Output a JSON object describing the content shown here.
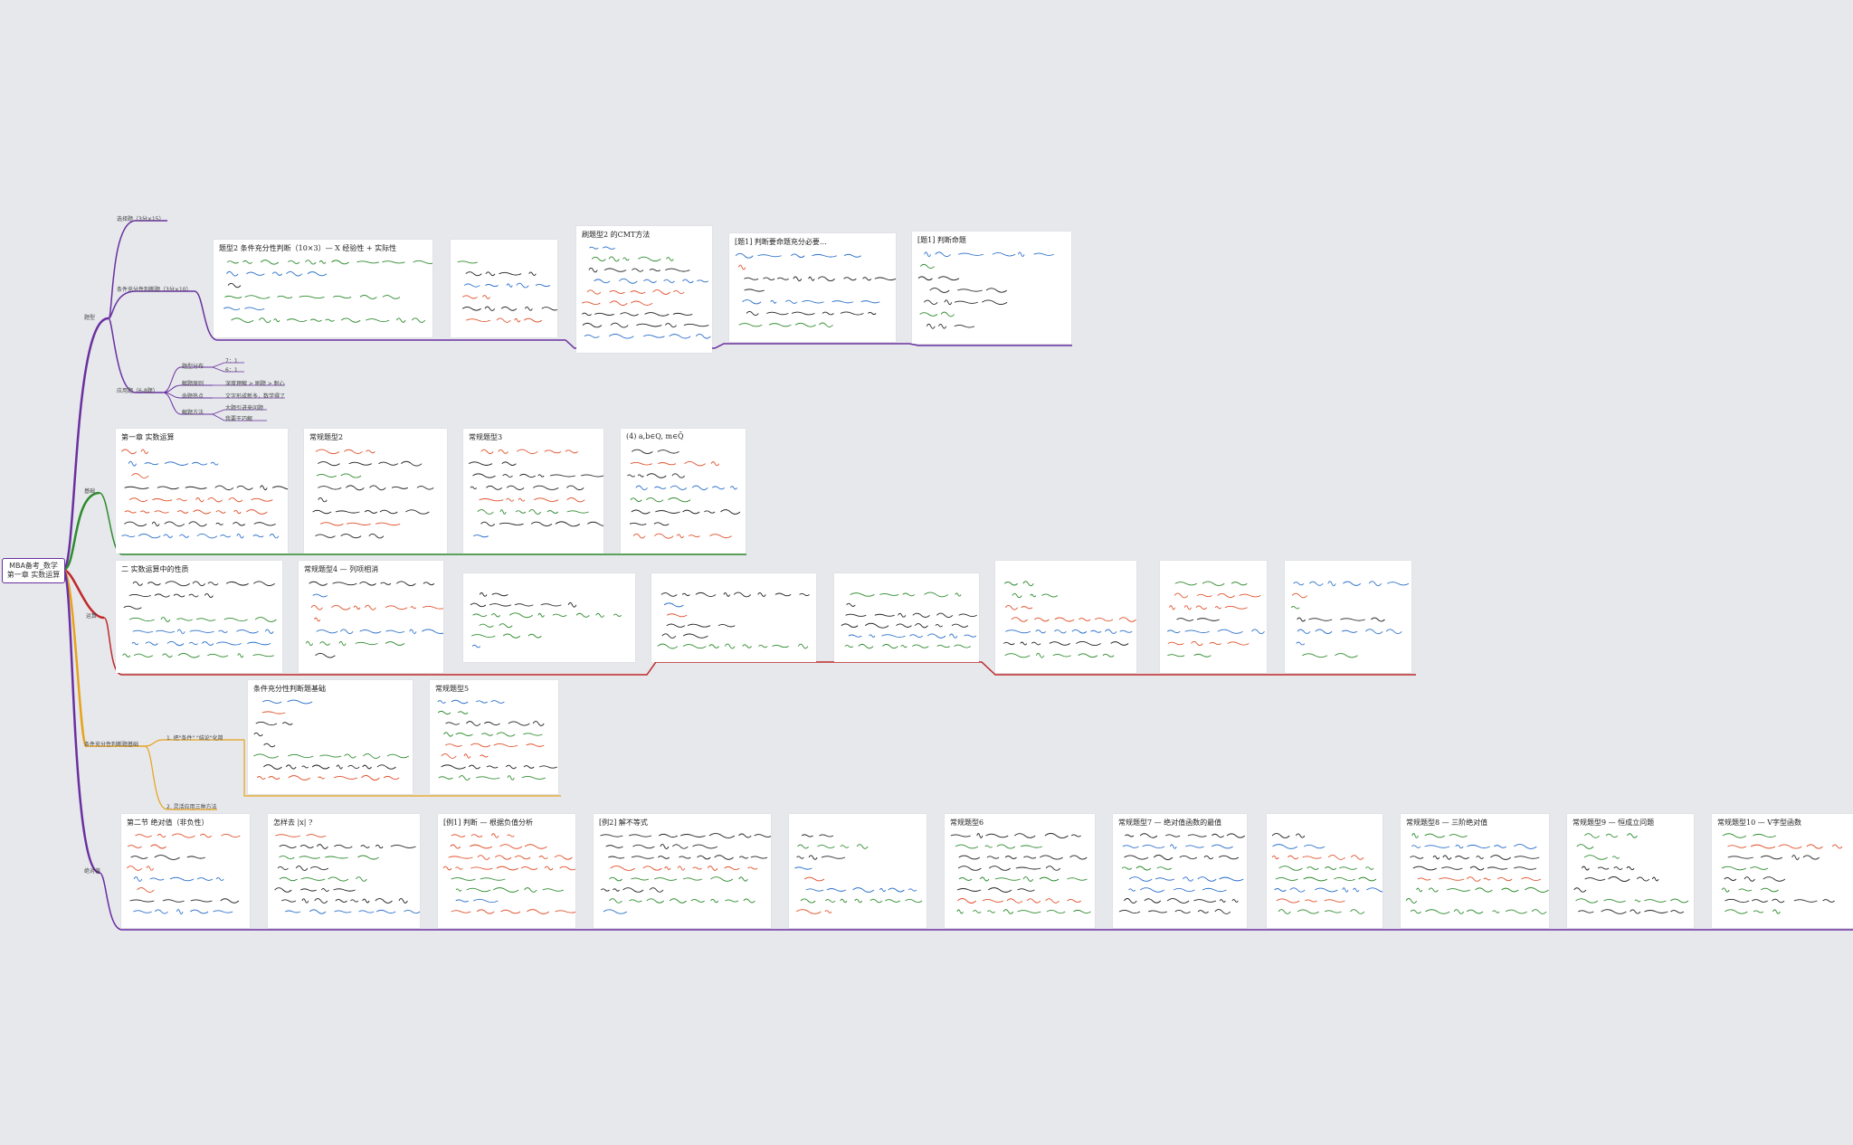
{
  "root": {
    "line1": "MBA备考_数学",
    "line2": "第一章 实数运算"
  },
  "colors": {
    "purple": "#6a2fa0",
    "green": "#2e8b2e",
    "red": "#c0282a",
    "orange": "#e8a21a",
    "ink_blue": "#2a6fc9",
    "ink_red": "#e0502a"
  },
  "branches": {
    "exam": {
      "label": "题型",
      "choice": "选择题（3分×15）",
      "sufficiency": "条件充分性判断题（3分×10）",
      "application": "应用题（6-8题）",
      "sub": {
        "distribution": "题型分布",
        "d1": "7：1",
        "d2": "6：1",
        "approach": "解题原则",
        "a1": "深度理解 > 刷题 > 耐心",
        "hot": "命题热点",
        "h1": "文字形成新多，数学得了",
        "method": "解题方法",
        "m1": "大题引进来问题",
        "m2": "我要干巧解"
      }
    },
    "basics": {
      "label": "基础"
    },
    "operations": {
      "label": "运算"
    },
    "sufficiency_tips": {
      "label": "条件充分性判断题基础",
      "tip1": "1. 把\"条件\" \"结论\"化简",
      "tip2": "2. 灵活应用三种方法"
    },
    "absolute": {
      "label": "绝对值"
    }
  },
  "cards": [
    {
      "title": "题型2 条件充分性判断（10×3）— X 经验性 + 实际性"
    },
    {
      "title": ""
    },
    {
      "title": "刷题型2 的CMT方法"
    },
    {
      "title": "[题1] 判断要命题充分必要…"
    },
    {
      "title": "[题1] 判断命题"
    },
    {
      "title": "第一章 实数运算"
    },
    {
      "title": "常规题型2"
    },
    {
      "title": "常规题型3"
    },
    {
      "title": "(4) a,b∈Q, m∈Q̄"
    },
    {
      "title": "二 实数运算中的性质"
    },
    {
      "title": "常规题型4 — 列项相消"
    },
    {
      "title": ""
    },
    {
      "title": ""
    },
    {
      "title": ""
    },
    {
      "title": ""
    },
    {
      "title": ""
    },
    {
      "title": ""
    },
    {
      "title": "条件充分性判断题基础"
    },
    {
      "title": "常规题型5"
    },
    {
      "title": "第二节 绝对值（非负性）"
    },
    {
      "title": "怎样去 |x| ?"
    },
    {
      "title": "[例1] 判断 — 根据负值分析"
    },
    {
      "title": "[例2] 解不等式"
    },
    {
      "title": ""
    },
    {
      "title": "常规题型6"
    },
    {
      "title": "常规题型7 — 绝对值函数的最值"
    },
    {
      "title": ""
    },
    {
      "title": "常规题型8 — 三阶绝对值"
    },
    {
      "title": "常规题型9 — 恒成立问题"
    },
    {
      "title": "常规题型10 — V字型函数"
    }
  ]
}
